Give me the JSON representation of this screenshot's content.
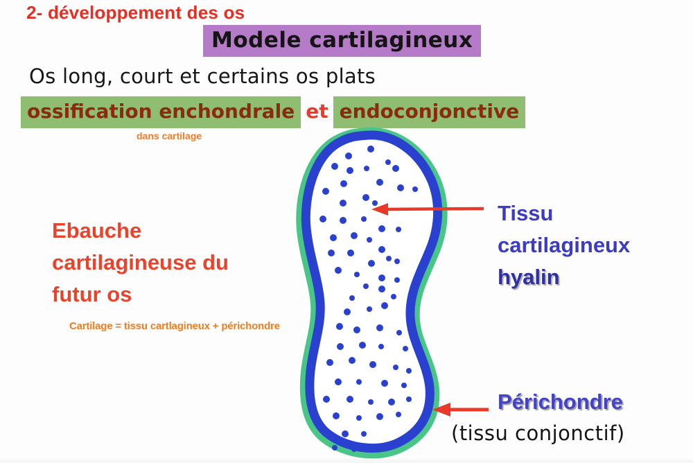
{
  "slide": {
    "heading": "2- développement des os",
    "model_label": "Modele cartilagineux",
    "line1": "Os long, court et certains os plats",
    "ossification": {
      "part1": "ossification enchondrale",
      "conjunction": "et",
      "part2": "endoconjonctive"
    },
    "note_dans_cartilage": "dans cartilage",
    "ebauche": {
      "lines": [
        "Ebauche",
        "cartilagineuse du",
        "futur os"
      ]
    },
    "cartilage_note": "Cartilage = tissu cartlagineux + périchondre",
    "tissu_label": {
      "lines": [
        "Tissu",
        "cartilagineux",
        "hyalin"
      ]
    },
    "perichondre_label": "Périchondre",
    "tissu_conjonctif_label": "(tissu conjonctif)"
  },
  "colors": {
    "heading_red": "#e62e22",
    "highlight_purple": "#b57bc8",
    "highlight_green": "#8fbe72",
    "maroon_text": "#8b2a10",
    "et_red": "#f0392b",
    "orange_note": "#ef7b28",
    "ebauche_red": "#e8442c",
    "label_blue": "#3c3cc2",
    "label_blue_dark": "#30309f",
    "arrow_red": "#e8392b",
    "diagram_blue": "#2a41cf",
    "diagram_green": "#49c587",
    "text_black": "#161616"
  },
  "diagram": {
    "dots": [
      [
        139,
        16,
        3.5
      ],
      [
        127,
        32,
        5
      ],
      [
        95,
        42,
        5
      ],
      [
        152,
        51,
        4
      ],
      [
        75,
        57,
        5
      ],
      [
        97,
        63,
        5
      ],
      [
        121,
        60,
        4
      ],
      [
        163,
        60,
        5
      ],
      [
        140,
        80,
        5
      ],
      [
        88,
        82,
        5
      ],
      [
        170,
        88,
        5
      ],
      [
        191,
        90,
        4
      ],
      [
        62,
        93,
        5
      ],
      [
        120,
        102,
        5
      ],
      [
        87,
        110,
        5
      ],
      [
        133,
        110,
        4
      ],
      [
        58,
        133,
        5
      ],
      [
        87,
        135,
        5
      ],
      [
        117,
        133,
        4
      ],
      [
        143,
        147,
        5
      ],
      [
        167,
        148,
        4
      ],
      [
        73,
        160,
        5
      ],
      [
        103,
        157,
        5
      ],
      [
        125,
        163,
        4
      ],
      [
        143,
        177,
        5
      ],
      [
        70,
        182,
        5
      ],
      [
        98,
        182,
        5
      ],
      [
        153,
        190,
        4
      ],
      [
        165,
        194,
        4
      ],
      [
        128,
        197,
        5
      ],
      [
        80,
        207,
        5
      ],
      [
        107,
        213,
        4
      ],
      [
        143,
        218,
        5
      ],
      [
        165,
        221,
        4
      ],
      [
        120,
        230,
        4
      ],
      [
        143,
        234,
        5
      ],
      [
        100,
        247,
        4
      ],
      [
        160,
        245,
        4
      ],
      [
        93,
        267,
        5
      ],
      [
        125,
        263,
        4
      ],
      [
        147,
        258,
        5
      ],
      [
        82,
        288,
        5
      ],
      [
        107,
        293,
        5
      ],
      [
        140,
        290,
        5
      ],
      [
        168,
        297,
        4
      ],
      [
        83,
        317,
        5
      ],
      [
        115,
        315,
        5
      ],
      [
        142,
        317,
        4
      ],
      [
        177,
        320,
        4
      ],
      [
        68,
        340,
        5
      ],
      [
        100,
        337,
        5
      ],
      [
        130,
        343,
        5
      ],
      [
        163,
        347,
        4
      ],
      [
        182,
        352,
        4
      ],
      [
        80,
        368,
        5
      ],
      [
        110,
        368,
        4
      ],
      [
        147,
        370,
        5
      ],
      [
        175,
        373,
        4
      ],
      [
        63,
        393,
        5
      ],
      [
        97,
        393,
        5
      ],
      [
        127,
        397,
        4
      ],
      [
        157,
        397,
        5
      ],
      [
        182,
        393,
        4
      ],
      [
        77,
        417,
        5
      ],
      [
        110,
        420,
        4
      ],
      [
        140,
        418,
        5
      ],
      [
        167,
        415,
        4
      ],
      [
        90,
        443,
        5
      ],
      [
        117,
        443,
        4
      ],
      [
        75,
        463,
        4
      ],
      [
        103,
        465,
        4
      ]
    ]
  }
}
